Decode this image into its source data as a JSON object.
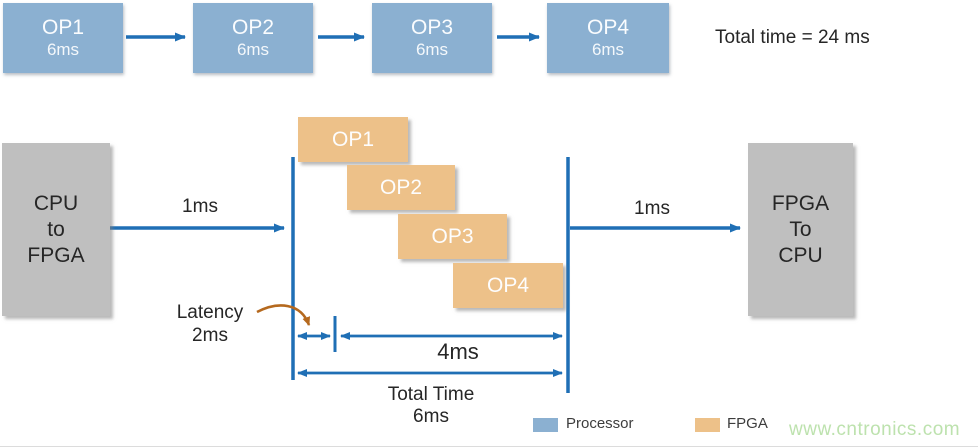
{
  "top_row": {
    "boxes": [
      {
        "label": "OP1",
        "time": "6ms"
      },
      {
        "label": "OP2",
        "time": "6ms"
      },
      {
        "label": "OP3",
        "time": "6ms"
      },
      {
        "label": "OP4",
        "time": "6ms"
      }
    ],
    "total_label": "Total time = 24 ms"
  },
  "pipeline": {
    "left_box_lines": [
      "CPU",
      "to",
      "FPGA"
    ],
    "right_box_lines": [
      "FPGA",
      "To",
      "CPU"
    ],
    "transfer_in_label": "1ms",
    "transfer_out_label": "1ms",
    "stages": [
      "OP1",
      "OP2",
      "OP3",
      "OP4"
    ],
    "latency_lines": [
      "Latency",
      "2ms"
    ],
    "pipeline_span_label": "4ms",
    "total_lines": [
      "Total Time",
      "6ms"
    ]
  },
  "legend": {
    "items": [
      {
        "label": "Processor",
        "color": "#8BB0D1"
      },
      {
        "label": "FPGA",
        "color": "#EDC189"
      }
    ]
  },
  "watermark": "www.cntronics.com",
  "colors": {
    "processor_blue": "#8BB0D1",
    "fpga_orange": "#EDC189",
    "transfer_gray": "#BFBFBF",
    "arrow_blue": "#1F6FB5",
    "latency_brown": "#B5691E",
    "watermark_green": "#BDE2AE"
  }
}
